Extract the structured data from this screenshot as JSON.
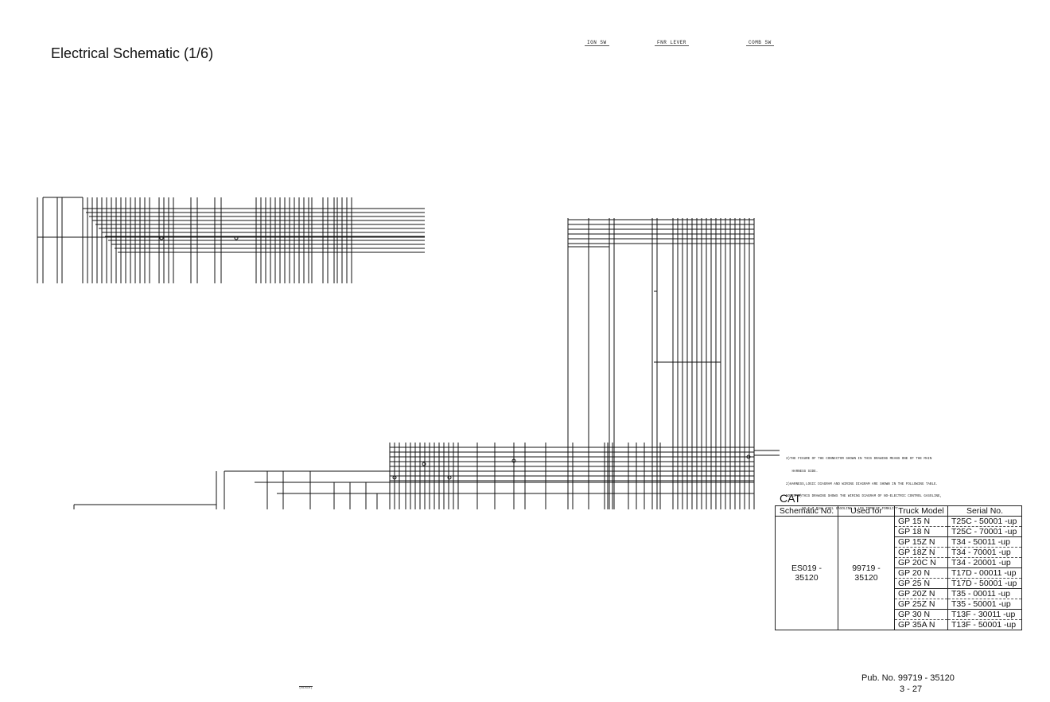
{
  "page_title": "Electrical Schematic (1/6)",
  "header_labels": {
    "ign_sw": "IGN SW",
    "fnr_lever": "FNR LEVER",
    "comb_sw": "COMB SW"
  },
  "notes": [
    "3)THE FIGURE OF THE CONNECTOR SHOWN IN THIS DRAWING MEANS ONE OF THE MAIN",
    "   HARNESS SIDE.",
    "2)HARNESS,LOGIC DIAGRAM AND WIRING DIAGRAM ARE SHOWN IN THE FOLLOWING TABLE.",
    "NOTES 1)THIS DRAWING SHOWS THE WIRING DIAGRAM OF NO-ELECTRIC CONTROL GASOLINE,",
    "        NO-E.C.DUAL FUEL GASOLINE & LPG TYPE OF FORKLIFT."
  ],
  "brand": "CAT",
  "table": {
    "headers": [
      "Schematic No.",
      "Used for",
      "Truck Model",
      "Serial No."
    ],
    "schematic_no": "ES019 - 35120",
    "used_for": "99719 - 35120",
    "rows": [
      {
        "model": "GP 15 N",
        "serial": "T25C - 50001 -up"
      },
      {
        "model": "GP 18 N",
        "serial": "T25C - 70001 -up"
      },
      {
        "model": "GP 15Z N",
        "serial": "T34 - 50011 -up"
      },
      {
        "model": "GP 18Z N",
        "serial": "T34 - 70001 -up"
      },
      {
        "model": "GP 20C N",
        "serial": "T34 - 20001 -up"
      },
      {
        "model": "GP 20 N",
        "serial": "T17D - 00011 -up"
      },
      {
        "model": "GP 25 N",
        "serial": "T17D - 50001 -up"
      },
      {
        "model": "GP 20Z N",
        "serial": "T35 - 00011 -up"
      },
      {
        "model": "GP 25Z N",
        "serial": "T35 - 50001 -up"
      },
      {
        "model": "GP 30 N",
        "serial": "T13F - 30011 -up"
      },
      {
        "model": "GP 35A N",
        "serial": "T13F - 50001 -up"
      }
    ]
  },
  "pub_no": "Pub. No. 99719 - 35120",
  "page_no": "3 - 27",
  "color_label": "(BLACK)"
}
